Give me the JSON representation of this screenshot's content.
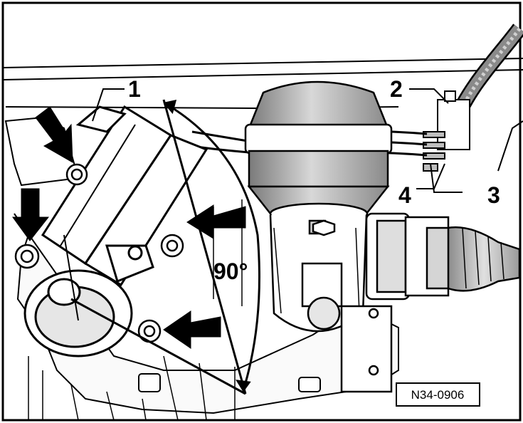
{
  "figure": {
    "callouts": [
      {
        "number": "1"
      },
      {
        "number": "2"
      },
      {
        "number": "3"
      },
      {
        "number": "4"
      }
    ],
    "angle_label": "90°",
    "figure_code": "N34-0906"
  },
  "colors": {
    "line": "#000000",
    "fill_light": "#ffffff",
    "shade_dark": "#6e6e6e",
    "shade_mid": "#9a9a9a",
    "shade_light": "#c8c8c8",
    "background": "#ffffff"
  },
  "icons": [
    "arrow-marker-icon"
  ]
}
